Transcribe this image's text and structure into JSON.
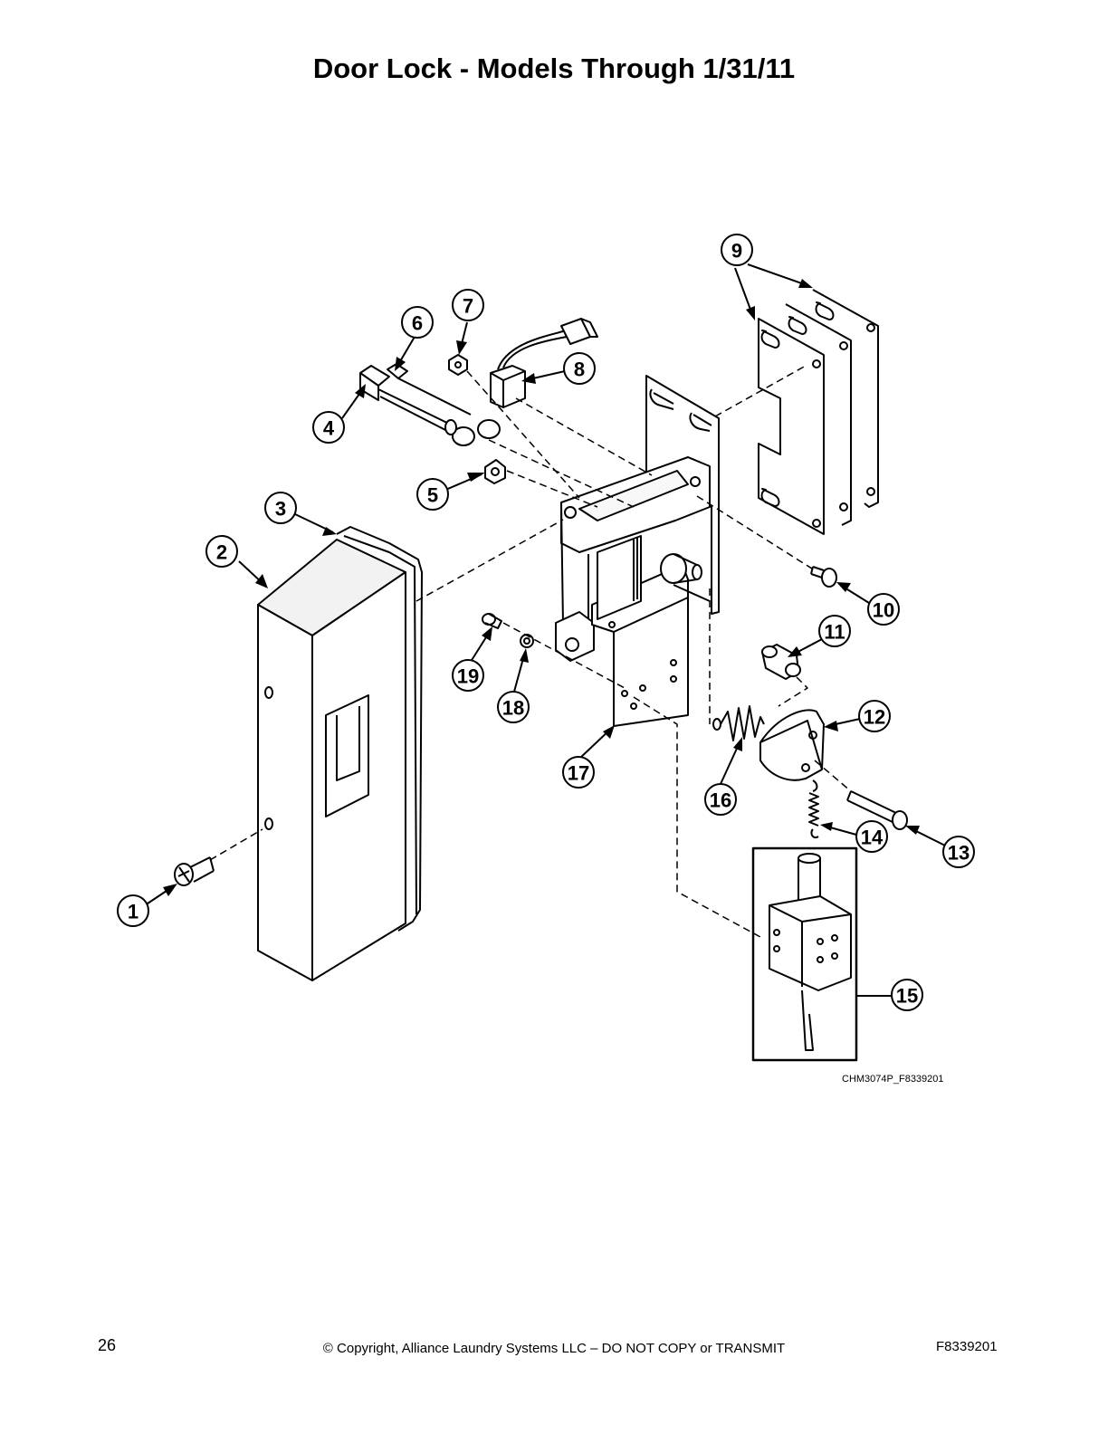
{
  "page": {
    "title": "Door Lock - Models Through 1/31/11",
    "drawing_code": "CHM3074P_F8339201",
    "page_number": "26",
    "copyright": "© Copyright, Alliance Laundry Systems LLC – DO NOT COPY or TRANSMIT",
    "part_number": "F8339201"
  },
  "callouts": [
    "1",
    "2",
    "3",
    "4",
    "5",
    "6",
    "7",
    "8",
    "9",
    "10",
    "11",
    "12",
    "13",
    "14",
    "15",
    "16",
    "17",
    "18",
    "19"
  ]
}
